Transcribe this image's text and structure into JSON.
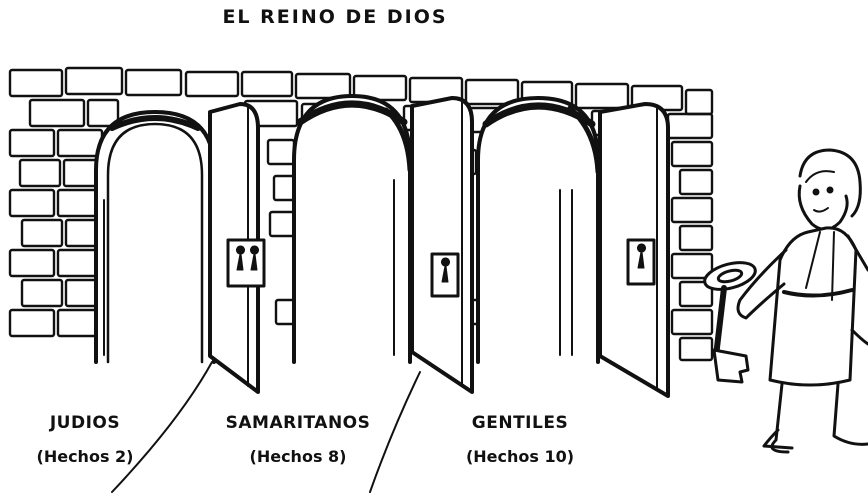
{
  "title": "EL REINO DE DIOS",
  "doors": [
    {
      "name": "JUDIOS",
      "reference": "(Hechos 2)"
    },
    {
      "name": "SAMARITANOS",
      "reference": "(Hechos 8)"
    },
    {
      "name": "GENTILES",
      "reference": "(Hechos 10)"
    }
  ],
  "colors": {
    "ink": "#111111",
    "paper": "#ffffff"
  },
  "icons": [
    "brick-wall",
    "arched-doorway",
    "open-door",
    "keyhole",
    "key",
    "bearded-man-figure"
  ]
}
